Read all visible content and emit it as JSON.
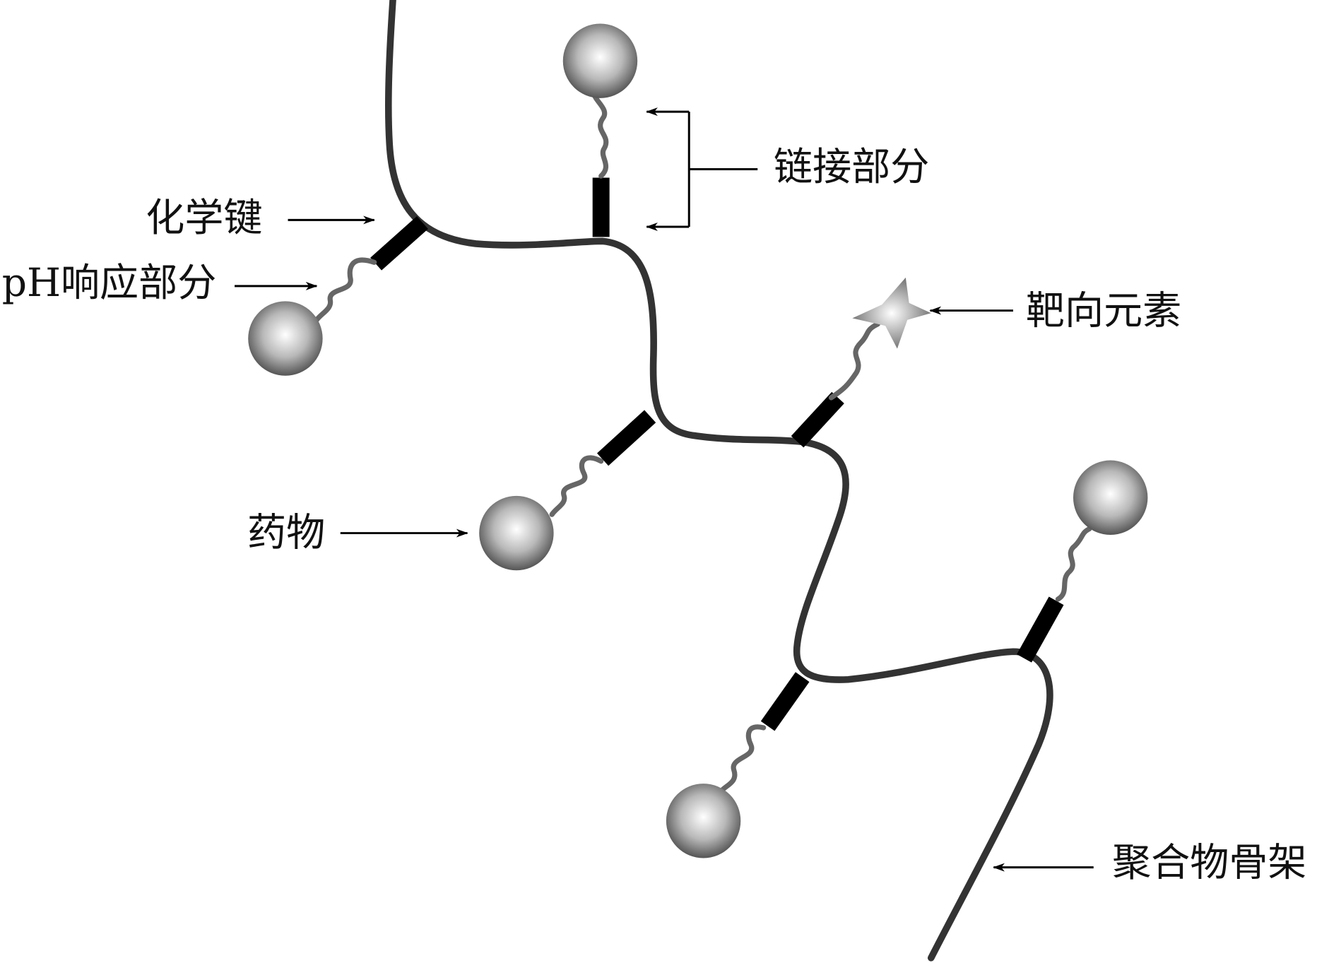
{
  "labels": {
    "chemical_bond": "化学键",
    "ph_responsive": "pH响应部分",
    "linker": "链接部分",
    "targeting": "靶向元素",
    "drug": "药物",
    "backbone": "聚合物骨架"
  },
  "colors": {
    "backbone": "#333333",
    "linker_bar": "#000000",
    "spacer": "#666666",
    "sphere_light": "#ffffff",
    "sphere_dark": "#555555"
  }
}
